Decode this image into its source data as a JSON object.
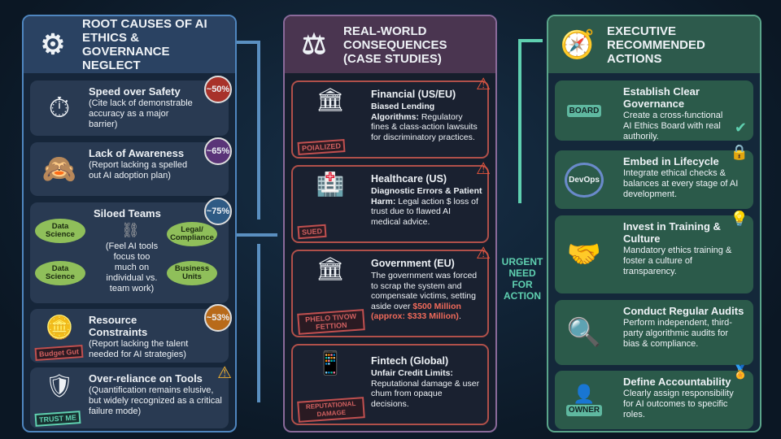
{
  "columns": [
    {
      "title": "Root Causes of AI Ethics & Governance Neglect",
      "icon": "gears-icon",
      "items": [
        {
          "title": "Speed over Safety",
          "text": "(Cite lack of demonstrable accuracy as a major barrier)",
          "badge": "~50%",
          "badge_color": "#a8322a",
          "icon": "stopwatch-fire-icon"
        },
        {
          "title": "Lack of Awareness",
          "text": "(Report lacking a spelled out AI adoption plan)",
          "badge": "~65%",
          "badge_color": "#5a3478",
          "icon": "blindfolded-head-icon"
        },
        {
          "title": "Siloed Teams",
          "text": "(Feel AI tools focus too much on individual vs. team work)",
          "badge": "~75%",
          "badge_color": "#2e5a84",
          "icon": "broken-bridge-icon",
          "islands": [
            "Data Science",
            "Data Science",
            "Legal/ Compliance",
            "Business Units"
          ]
        },
        {
          "title": "Resource Constraints",
          "text": "(Report lacking the talent needed for AI strategies)",
          "badge": "~53%",
          "badge_color": "#b86a1a",
          "icon": "coins-decline-icon",
          "stamp": "Budget Gut"
        },
        {
          "title": "Over-reliance on Tools",
          "text": "(Quantification remains elusive, but widely recognized as a critical failure mode)",
          "icon": "magic-wand-icon",
          "stamp": "TRUST ME"
        }
      ]
    },
    {
      "title": "Real-World Consequences (Case Studies)",
      "icon": "gavel-icon",
      "items": [
        {
          "title": "Financial (US/EU)",
          "lead": "Biased Lending Algorithms:",
          "text": " Regulatory fines & class-action lawsuits for discriminatory practices.",
          "stamp": "POIALIZED",
          "icon": "bank-icon"
        },
        {
          "title": "Healthcare (US)",
          "lead": "Diagnostic Errors & Patient Harm:",
          "text": " Legal action $ loss of trust due to flawed AI medical advice.",
          "stamp": "SUED",
          "icon": "hospital-icon"
        },
        {
          "title": "Government (EU)",
          "text": "The government was forced to scrap the system and compensate victims, setting aside over ",
          "highlight": "$500 Million (approx: $333 Million)",
          "tail": ".",
          "stamp": "PHELO TIVOW FETTION",
          "icon": "capitol-icon"
        },
        {
          "title": "Fintech (Global)",
          "lead": "Unfair Credit Limits:",
          "text": " Reputational damage & user chum from opaque decisions.",
          "stamp": "REPUTATIONAL DAMAGE",
          "icon": "phone-card-icon"
        }
      ]
    },
    {
      "title": "Executive Recommended Actions",
      "icon": "compass-shield-icon",
      "items": [
        {
          "title": "Establish Clear Governance",
          "text": "Create a cross-functional AI Ethics Board with real authorily.",
          "icon": "pillar-icon",
          "label": "BOARD"
        },
        {
          "title": "Embed in Lifecycle",
          "text": "Integrate ethical checks & balances at every stage of AI development.",
          "icon": "cycle-icon",
          "label": "DevOps"
        },
        {
          "title": "Invest in Training & Culture",
          "text": "Mandatory ethics training & foster a culture of transparency.",
          "icon": "handshake-icon"
        },
        {
          "title": "Conduct Regular Audits",
          "text": "Perform independent, third-party algorithmic audits for bias & compliance.",
          "icon": "magnifier-doc-icon"
        },
        {
          "title": "Define Accountability",
          "text": "Clearly assign responsibility for AI outcomes to specific roles.",
          "icon": "person-icon",
          "label": "OWNER"
        }
      ]
    }
  ],
  "connector": {
    "label": "URGENT NEED FOR ACTION"
  },
  "colors": {
    "background": "#0f1e2e",
    "root": "#4f86bf",
    "consequence": "#b0504a",
    "action": "#5aa58a"
  }
}
